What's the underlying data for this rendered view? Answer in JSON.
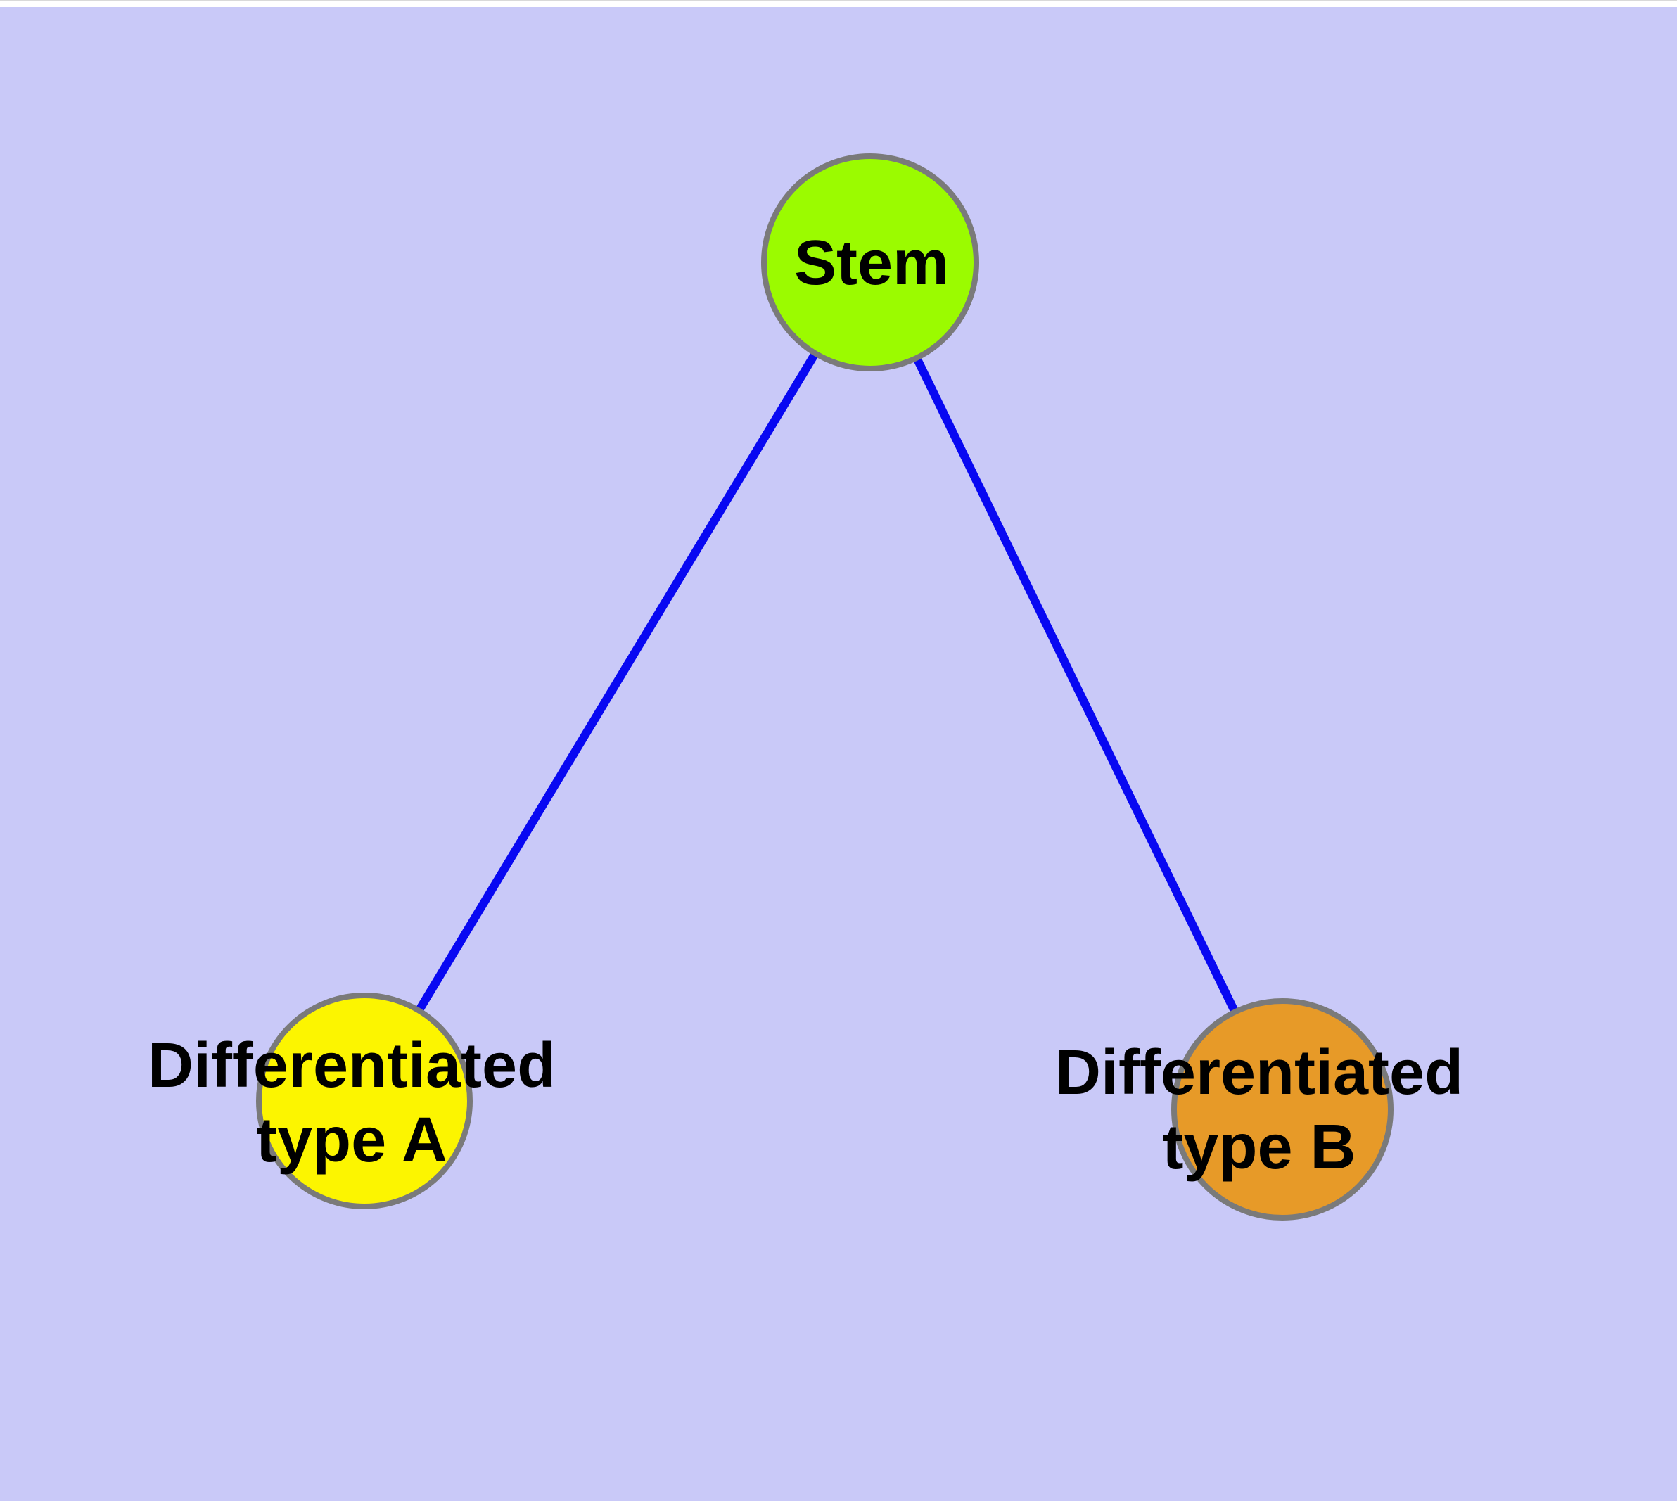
{
  "figure": {
    "title": "",
    "background_color": "#c9c9f8",
    "margin_color": "#ffffff",
    "top_hairline_color": "#d9d9d9"
  },
  "nodes": {
    "stem": {
      "label": "Stem",
      "fill": "#9bfb00",
      "border_color": "#7a7a7a",
      "text_color": "#000000"
    },
    "type_a": {
      "label": "Differentiated\ntype A",
      "fill": "#fcf500",
      "border_color": "#7a7a7a",
      "text_color": "#000000"
    },
    "type_b": {
      "label": "Differentiated\ntype B",
      "fill": "#e79a28",
      "border_color": "#7a7a7a",
      "text_color": "#000000"
    }
  },
  "edges": {
    "color": "#0808f2",
    "connections": [
      {
        "from": "Stem",
        "to": "Differentiated type A"
      },
      {
        "from": "Stem",
        "to": "Differentiated type B"
      }
    ]
  }
}
